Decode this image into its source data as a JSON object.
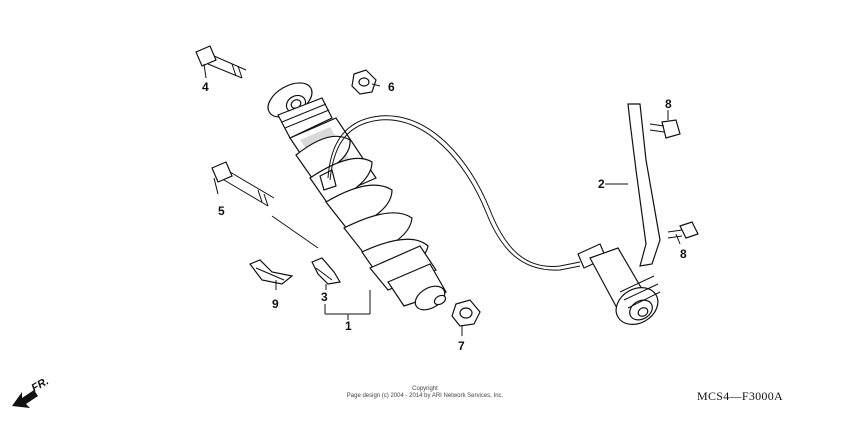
{
  "callouts": {
    "c1": "1",
    "c2": "2",
    "c3": "3",
    "c4": "4",
    "c5": "5",
    "c6": "6",
    "c7": "7",
    "c8a": "8",
    "c8b": "8",
    "c9": "9"
  },
  "front_indicator": {
    "label": "FR."
  },
  "copyright": {
    "line1": "Copyright",
    "line2": "Page design (c) 2004 - 2014 by ARI Network Services, Inc."
  },
  "diagram_code": "MCS4—F3000A",
  "colors": {
    "line": "#111111",
    "background": "#ffffff"
  }
}
